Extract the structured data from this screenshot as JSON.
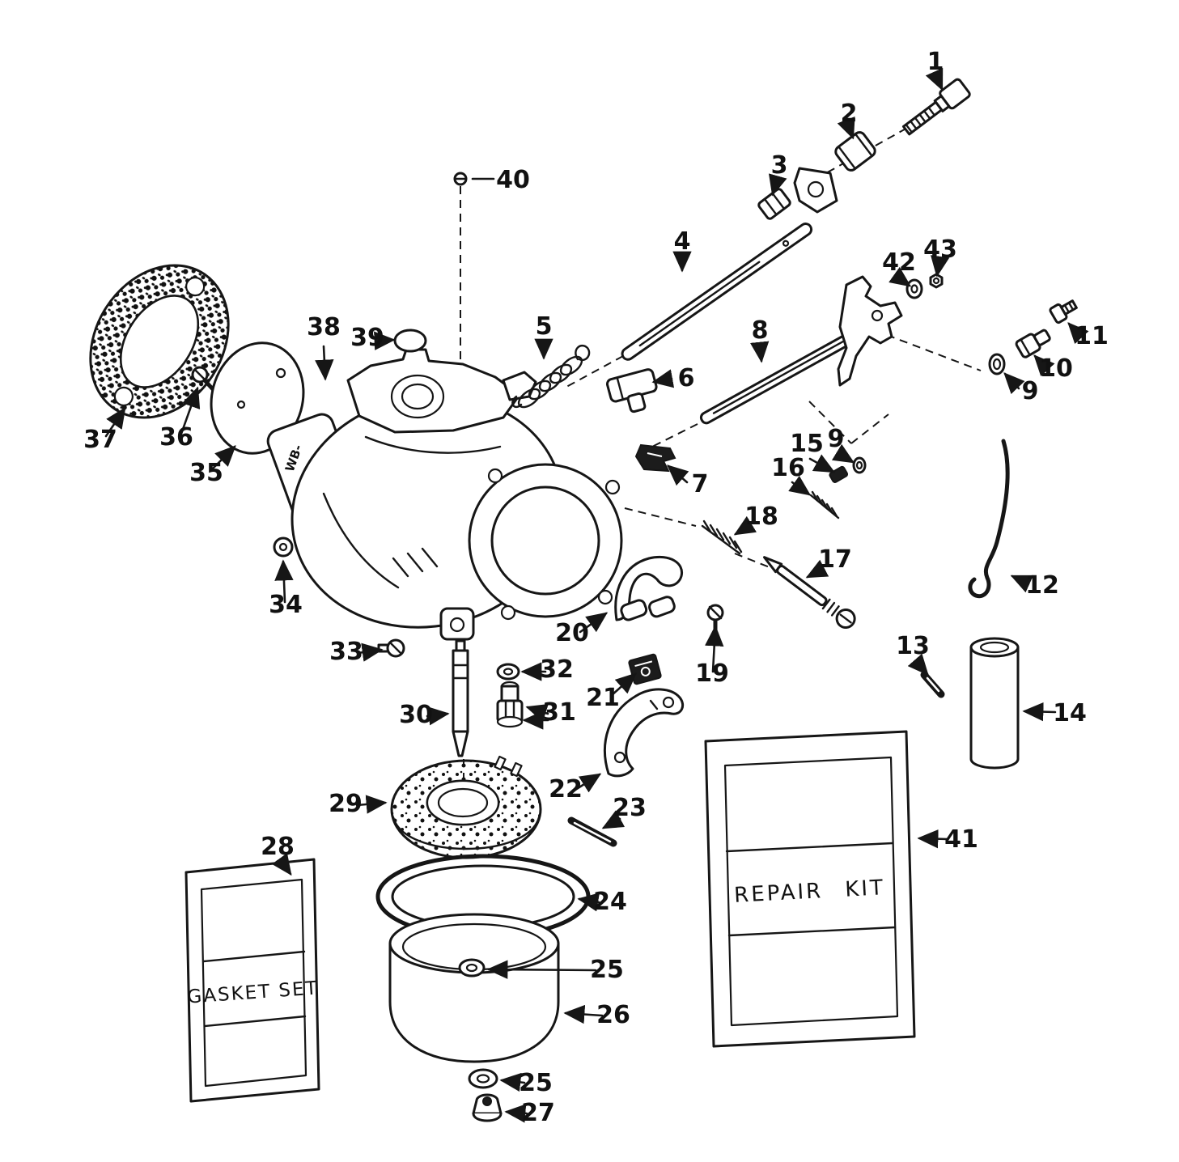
{
  "packets": {
    "gasket_set": "GASKET SET",
    "repair_kit": "REPAIR KIT"
  },
  "labels": {
    "body_marking": "WB-"
  },
  "callouts": {
    "c1": "1",
    "c2": "2",
    "c3": "3",
    "c4": "4",
    "c5": "5",
    "c6": "6",
    "c7": "7",
    "c8": "8",
    "c9a": "9",
    "c9b": "9",
    "c10": "10",
    "c11": "11",
    "c12": "12",
    "c13": "13",
    "c14": "14",
    "c15": "15",
    "c16": "16",
    "c17": "17",
    "c18": "18",
    "c19": "19",
    "c20": "20",
    "c21": "21",
    "c22": "22",
    "c23": "23",
    "c24": "24",
    "c25a": "25",
    "c25b": "25",
    "c26": "26",
    "c27": "27",
    "c28": "28",
    "c29": "29",
    "c30": "30",
    "c31": "31",
    "c32": "32",
    "c33": "33",
    "c34": "34",
    "c35": "35",
    "c36": "36",
    "c37": "37",
    "c38": "38",
    "c39": "39",
    "c40": "40",
    "c41": "41",
    "c42": "42",
    "c43": "43"
  }
}
